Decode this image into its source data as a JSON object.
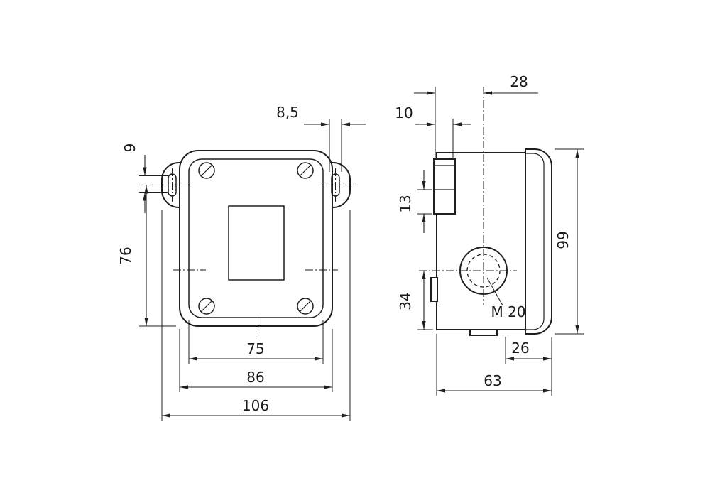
{
  "colors": {
    "line": "#1f1f1f",
    "background": "#ffffff"
  },
  "views": {
    "front": {
      "dims": {
        "slot_width": "8,5",
        "slot_height": "9",
        "mount_center_to_bottom": "76",
        "opening_width": "75",
        "body_width": "86",
        "overall_width": "106"
      }
    },
    "side": {
      "dims": {
        "face_to_gland_center": "28",
        "block_depth": "10",
        "block_height": "13",
        "gland_center_to_bottom": "34",
        "overall_height": "99",
        "cover_depth": "26",
        "overall_depth": "63"
      },
      "labels": {
        "gland_thread": "M 20"
      }
    }
  }
}
